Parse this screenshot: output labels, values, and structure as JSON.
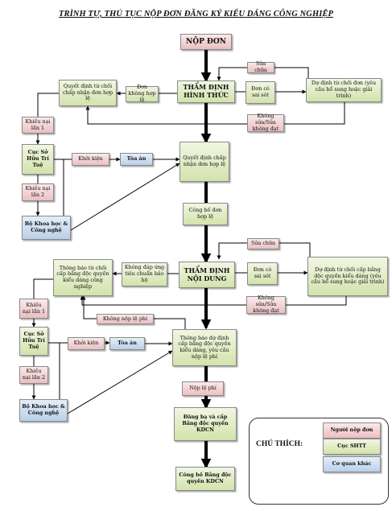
{
  "title": "TRÌNH TỰ, THỦ TỤC NỘP ĐƠN ĐĂNG KÝ KIỂU DÁNG CÔNG NGHIỆP",
  "nodes": {
    "nop_don": "NỘP ĐƠN",
    "sua_chua_1": "Sửa chữa",
    "tham_dinh_hinh_thuc": "THẨM ĐỊNH HÌNH THỨC",
    "don_khong_hop_le": "Đơn không hợp lệ",
    "qd_tu_choi_chap_nhan": "Quyết định từ chối chấp nhận đơn hợp lệ",
    "don_co_sai_sot_1": "Đơn có sai sót",
    "du_dinh_tu_choi_don": "Dự định từ chối đơn (yêu cầu bổ sung hoặc giải trình)",
    "khong_sua_1": "Không sửa/Sửa không đạt",
    "khieu_nai_1a": "Khiếu nại lần 1",
    "cuc_so_huu_1": "Cục Sở Hữu Trí Tuệ",
    "khoi_kien_1": "Khởi kiện",
    "toa_an_1": "Tòa án",
    "qd_chap_nhan": "Quyết định chấp nhận đơn hợp lệ",
    "khieu_nai_2a": "Khiếu nại lần 2",
    "bo_khcn_1": "Bộ Khoa học & Công nghệ",
    "cong_bo_don": "Công bố đơn hợp lệ",
    "sua_chua_2": "Sửa chữa",
    "tham_dinh_noi_dung": "THẨM ĐỊNH NỘI DUNG",
    "khong_dap_ung": "Không đáp ứng tiêu chuẩn bảo hộ",
    "tb_tu_choi_cap": "Thông báo từ chối cấp bằng độc quyền kiểu dáng công nghiệp",
    "don_co_sai_sot_2": "Đơn có sai sót",
    "du_dinh_tu_choi_cap": "Dự định từ chối cấp bằng độc quyền kiểu dáng (yêu cầu bổ sung hoặc giải trình)",
    "khong_sua_2": "Không sửa/Sửa không đạt",
    "khong_nop_le_phi": "Không nộp lệ phí",
    "khieu_nai_1b": "Khiếu nại lần 1",
    "cuc_so_huu_2": "Cục Sở Hữu Trí Tuệ",
    "khoi_kien_2": "Khởi kiện",
    "toa_an_2": "Tòa án",
    "tb_du_dinh_cap": "Thông báo dự định cấp bằng độc quyền kiểu dáng, yêu cầu nộp lệ phí",
    "khieu_nai_2b": "Khiếu nại lần 2",
    "bo_khcn_2": "Bộ Khoa học & Công nghệ",
    "nop_le_phi": "Nộp lệ phí",
    "dang_ba_cap_bang": "Đăng bạ và cấp Bằng độc quyền KDCN",
    "cong_bo_bang": "Công bố Bằng độc quyền KDCN"
  },
  "legend": {
    "title": "CHÚ THÍCH:",
    "items": [
      {
        "label": "Người nộp đơn",
        "color": "#ebbfc2"
      },
      {
        "label": "Cục SHTT",
        "color": "#d3e3ac"
      },
      {
        "label": "Cơ quan khác",
        "color": "#b9d0ea"
      }
    ]
  },
  "colors": {
    "pink": "#ebbfc2",
    "green": "#d3e3ac",
    "blue": "#b9d0ea",
    "line": "#000000"
  }
}
